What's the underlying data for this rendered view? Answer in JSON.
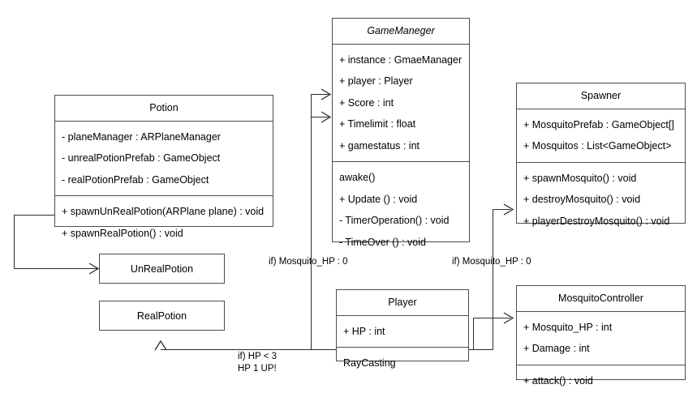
{
  "diagram": {
    "type": "uml-class-diagram",
    "background": "#ffffff",
    "line_color": "#2b2b2b",
    "border_color": "#4d4d4d",
    "text_color": "#000000"
  },
  "classes": {
    "game_manager": {
      "title": "GameManeger",
      "attributes": [
        "+ instance : GmaeManager",
        "+ player : Player",
        "+ Score : int",
        "+ Timelimit : float",
        "+ gamestatus : int"
      ],
      "methods": [
        "awake()",
        "+ Update () : void",
        "- TimerOperation() : void",
        "- TimeOver () : void"
      ]
    },
    "potion": {
      "title": "Potion",
      "attributes": [
        "- planeManager : ARPlaneManager",
        "- unrealPotionPrefab : GameObject",
        "- realPotionPrefab : GameObject"
      ],
      "methods": [
        "+ spawnUnRealPotion(ARPlane plane) : void",
        "+ spawnRealPotion() : void"
      ]
    },
    "spawner": {
      "title": "Spawner",
      "attributes": [
        "+ MosquitoPrefab : GameObject[]",
        "+ Mosquitos : List<GameObject>"
      ],
      "methods": [
        "+ spawnMosquito() : void",
        "+ destroyMosquito() : void",
        "+ playerDestroyMosquito() : void"
      ]
    },
    "mosquito_controller": {
      "title": "MosquitoController",
      "attributes": [
        "+ Mosquito_HP : int",
        "+ Damage : int"
      ],
      "methods": [
        "+ attack() : void"
      ]
    },
    "player": {
      "title": "Player",
      "attributes": [
        "+ HP : int"
      ],
      "methods": [
        "RayCasting"
      ]
    },
    "unreal_potion": {
      "title": "UnRealPotion"
    },
    "real_potion": {
      "title": "RealPotion"
    }
  },
  "edge_labels": {
    "mosquito_hp_left": "if) Mosquito_HP : 0",
    "mosquito_hp_right": "if) Mosquito_HP : 0",
    "hp_condition": "if) HP < 3\nHP 1 UP!"
  }
}
